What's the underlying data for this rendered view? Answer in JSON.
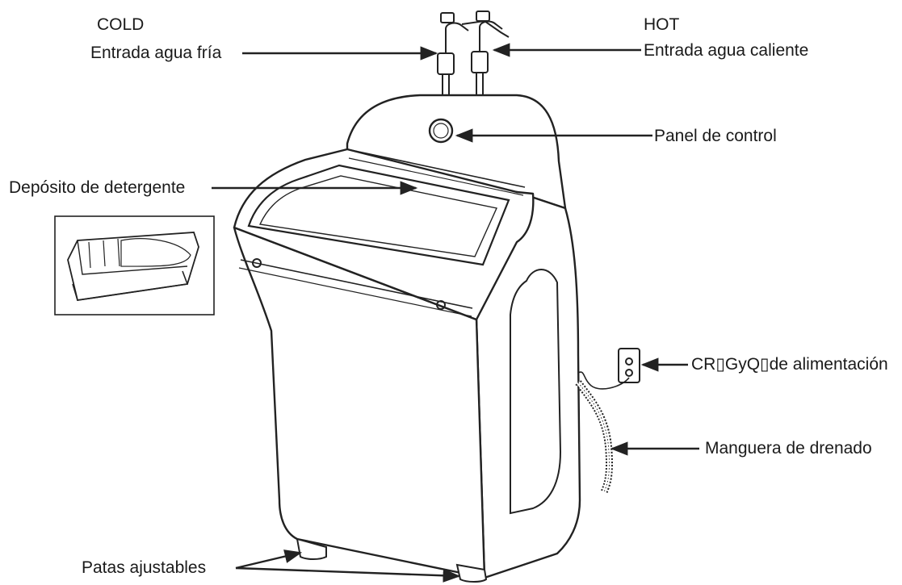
{
  "diagram": {
    "labels": {
      "cold_tag": "COLD",
      "cold_inlet": "Entrada agua fría",
      "hot_tag": "HOT",
      "hot_inlet": "Entrada agua caliente",
      "control_panel": "Panel de control",
      "detergent_dispenser": "Depósito de detergente",
      "power_cord": "CR▯GyQ▯de alimentación",
      "drain_hose": "Manguera de drenado",
      "adjustable_feet": "Patas ajustables"
    },
    "colors": {
      "line": "#222222",
      "text": "#1a1a1a",
      "body_fill": "#ffffff"
    }
  }
}
